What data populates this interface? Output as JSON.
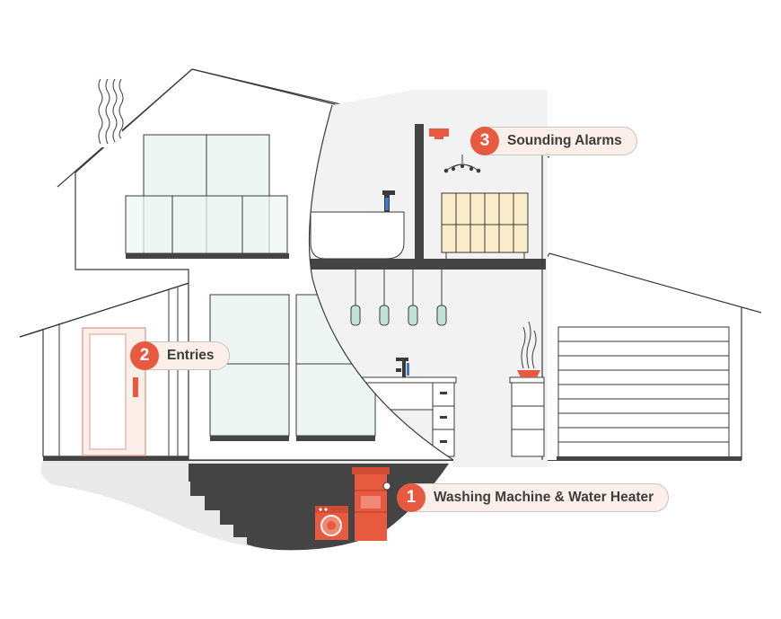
{
  "colors": {
    "outline": "#3a3a3a",
    "dark_floor": "#444444",
    "interior_bg": "#f2f2f2",
    "window_tint": "#eef6f3",
    "accent": "#e85a3f",
    "accent_light": "#fcefea",
    "lamp": "#bfe3d6",
    "closet": "#f8ecca",
    "faucet_blue": "#3a78c9"
  },
  "callouts": [
    {
      "number": "1",
      "label": "Washing Machine & Water Heater",
      "icon": "washing-machine-icon"
    },
    {
      "number": "2",
      "label": "Entries",
      "icon": "door-icon"
    },
    {
      "number": "3",
      "label": "Sounding Alarms",
      "icon": "smoke-alarm-icon"
    }
  ]
}
